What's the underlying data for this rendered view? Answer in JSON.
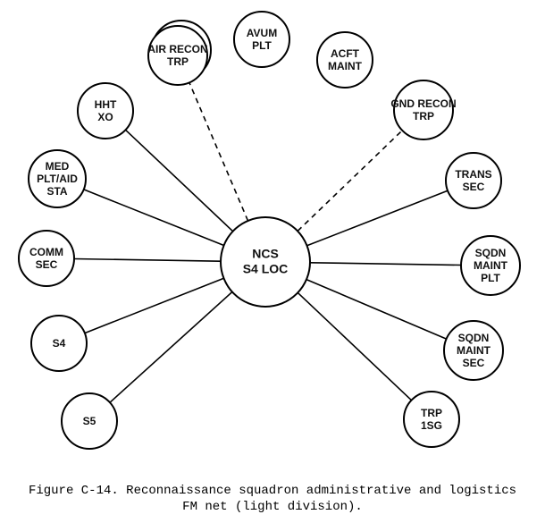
{
  "diagram": {
    "center": {
      "id": "ncs",
      "lines": [
        "NCS",
        "S4 LOC"
      ]
    },
    "nodes": [
      {
        "id": "air-recon-trp",
        "lines": [
          "AIR RECON",
          "TRP"
        ],
        "link": "dashed",
        "double_ring": true
      },
      {
        "id": "avum-plt",
        "lines": [
          "AVUM",
          "PLT"
        ],
        "link": "none"
      },
      {
        "id": "acft-maint",
        "lines": [
          "ACFT",
          "MAINT"
        ],
        "link": "none"
      },
      {
        "id": "gnd-recon-trp",
        "lines": [
          "GND RECON",
          "TRP"
        ],
        "link": "dashed"
      },
      {
        "id": "hht-xo",
        "lines": [
          "HHT",
          "XO"
        ],
        "link": "solid"
      },
      {
        "id": "med-plt-aid-sta",
        "lines": [
          "MED",
          "PLT/AID",
          "STA"
        ],
        "link": "solid"
      },
      {
        "id": "trans-sec",
        "lines": [
          "TRANS",
          "SEC"
        ],
        "link": "solid"
      },
      {
        "id": "comm-sec",
        "lines": [
          "COMM",
          "SEC"
        ],
        "link": "solid"
      },
      {
        "id": "sqdn-maint-plt",
        "lines": [
          "SQDN",
          "MAINT",
          "PLT"
        ],
        "link": "solid"
      },
      {
        "id": "s4",
        "lines": [
          "S4"
        ],
        "link": "solid"
      },
      {
        "id": "sqdn-maint-sec",
        "lines": [
          "SQDN",
          "MAINT",
          "SEC"
        ],
        "link": "solid"
      },
      {
        "id": "s5",
        "lines": [
          "S5"
        ],
        "link": "solid"
      },
      {
        "id": "trp-1sg",
        "lines": [
          "TRP",
          "1SG"
        ],
        "link": "solid"
      }
    ]
  },
  "caption": {
    "line1": "Figure C-14. Reconnaissance squadron administrative and logistics",
    "line2": "FM net (light division)."
  }
}
